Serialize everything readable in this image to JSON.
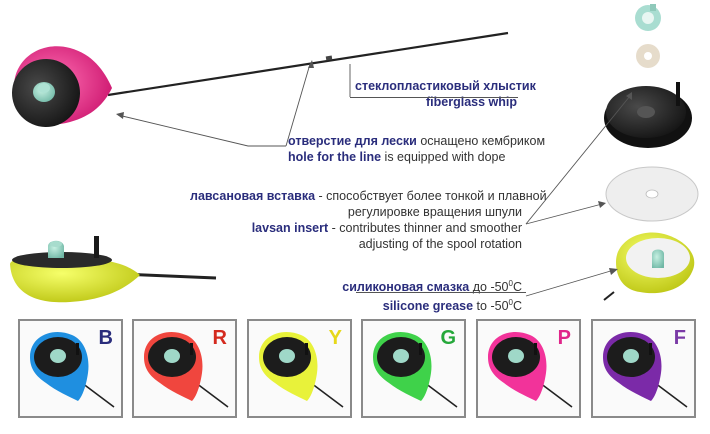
{
  "annotations": {
    "whip": {
      "ru": "стеклопластиковый хлыстик",
      "en": "fiberglass whip"
    },
    "hole": {
      "ru_em": "отверстие для лески",
      "ru_rest": " оснащено кембриком",
      "en_em": "hole for the line",
      "en_rest": " is equipped with dope"
    },
    "lavsan": {
      "ru_em": "лавсановая вставка",
      "ru_rest1": " - способствует более тонкой и плавной",
      "ru_line2": "регулировке вращения шпули",
      "en_em": "lavsan insert",
      "en_rest1": " - contributes thinner and smoother",
      "en_line2": "adjusting of the spool rotation"
    },
    "grease": {
      "ru_em": "силиконовая смазка",
      "ru_rest": " до -50",
      "en_em": "silicone grease",
      "en_rest": " to -50",
      "unit": "0",
      "unit_suffix": "C"
    }
  },
  "color_variants": [
    {
      "letter": "B",
      "color": "#1f8fe0",
      "letter_color": "#2a2d7c"
    },
    {
      "letter": "R",
      "color": "#f0463e",
      "letter_color": "#d42a1e"
    },
    {
      "letter": "Y",
      "color": "#e8f23a",
      "letter_color": "#e6d81a"
    },
    {
      "letter": "G",
      "color": "#3fd24a",
      "letter_color": "#25a83a"
    },
    {
      "letter": "P",
      "color": "#f2339a",
      "letter_color": "#e0258a"
    },
    {
      "letter": "F",
      "color": "#7b2aa8",
      "letter_color": "#7a3aa6"
    }
  ],
  "colors": {
    "pink_body": "#e8237f",
    "yellow_body": "#e6ee2a",
    "spool_black": "#1e1e1e",
    "accent_text": "#2a2d7c"
  }
}
